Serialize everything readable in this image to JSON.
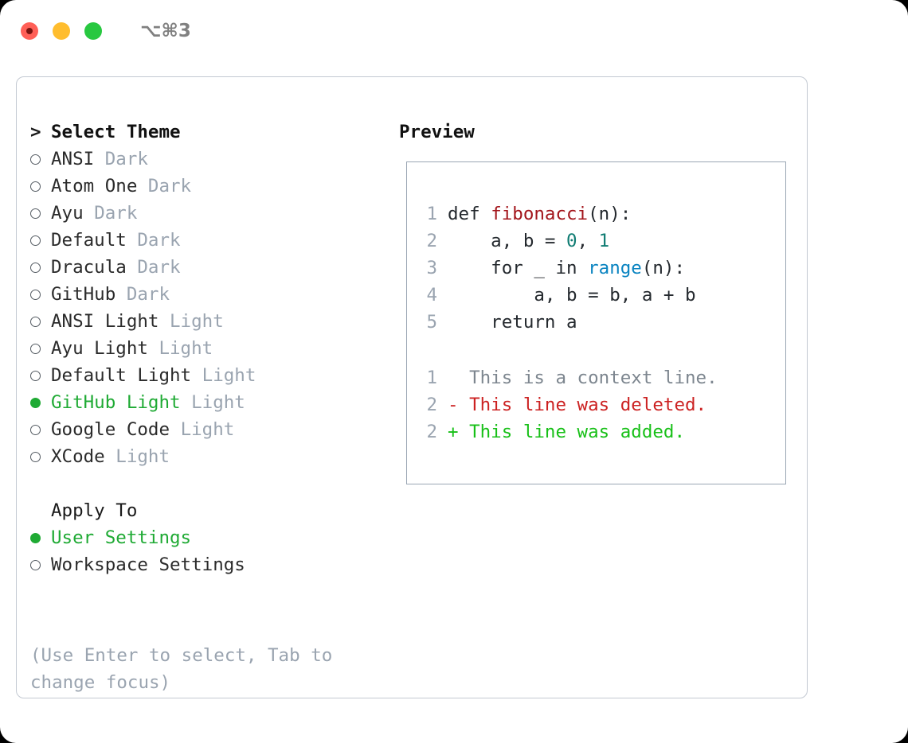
{
  "titlebar": {
    "shortcut": "⌥⌘3",
    "buttons": [
      {
        "name": "close",
        "color": "#ff5f57"
      },
      {
        "name": "minimize",
        "color": "#ffbd2e"
      },
      {
        "name": "maximize",
        "color": "#28c840"
      }
    ]
  },
  "theme_picker": {
    "caret": ">",
    "heading": "Select Theme",
    "items": [
      {
        "marker": "hollow",
        "name": "ANSI",
        "kind": "Dark",
        "selected": false
      },
      {
        "marker": "hollow",
        "name": "Atom One",
        "kind": "Dark",
        "selected": false
      },
      {
        "marker": "hollow",
        "name": "Ayu",
        "kind": "Dark",
        "selected": false
      },
      {
        "marker": "hollow",
        "name": "Default",
        "kind": "Dark",
        "selected": false
      },
      {
        "marker": "hollow",
        "name": "Dracula",
        "kind": "Dark",
        "selected": false
      },
      {
        "marker": "hollow",
        "name": "GitHub",
        "kind": "Dark",
        "selected": false
      },
      {
        "marker": "hollow",
        "name": "ANSI Light",
        "kind": "Light",
        "selected": false
      },
      {
        "marker": "hollow",
        "name": "Ayu Light",
        "kind": "Light",
        "selected": false
      },
      {
        "marker": "hollow",
        "name": "Default Light",
        "kind": "Light",
        "selected": false
      },
      {
        "marker": "filled",
        "name": "GitHub Light",
        "kind": "Light",
        "selected": true
      },
      {
        "marker": "hollow",
        "name": "Google Code",
        "kind": "Light",
        "selected": false
      },
      {
        "marker": "hollow",
        "name": "XCode",
        "kind": "Light",
        "selected": false
      }
    ]
  },
  "apply_to": {
    "label": "Apply To",
    "options": [
      {
        "marker": "filled",
        "name": "User Settings",
        "selected": true
      },
      {
        "marker": "hollow",
        "name": "Workspace Settings",
        "selected": false
      }
    ]
  },
  "hint": {
    "line1": "(Use Enter to select, Tab to",
    "line2": "change focus)"
  },
  "preview": {
    "title": "Preview",
    "code_lines": [
      {
        "num": "1",
        "parts": [
          {
            "text": "def ",
            "tok": "plain"
          },
          {
            "text": "fibonacci",
            "tok": "fn"
          },
          {
            "text": "(n):",
            "tok": "plain"
          }
        ]
      },
      {
        "num": "2",
        "parts": [
          {
            "text": "    a, b = ",
            "tok": "plain"
          },
          {
            "text": "0",
            "tok": "num"
          },
          {
            "text": ", ",
            "tok": "plain"
          },
          {
            "text": "1",
            "tok": "num"
          }
        ]
      },
      {
        "num": "3",
        "parts": [
          {
            "text": "    for _ in ",
            "tok": "plain"
          },
          {
            "text": "range",
            "tok": "blue"
          },
          {
            "text": "(n):",
            "tok": "plain"
          }
        ]
      },
      {
        "num": "4",
        "parts": [
          {
            "text": "        a, b = b, a + b",
            "tok": "plain"
          }
        ]
      },
      {
        "num": "5",
        "parts": [
          {
            "text": "    return a",
            "tok": "plain"
          }
        ]
      }
    ],
    "diff_lines": [
      {
        "num": "1",
        "sign": "  ",
        "text": "This is a context line.",
        "kind": "ctx"
      },
      {
        "num": "2",
        "sign": "- ",
        "text": "This line was deleted.",
        "kind": "del"
      },
      {
        "num": "2",
        "sign": "+ ",
        "text": "This line was added.",
        "kind": "add"
      }
    ]
  },
  "colors": {
    "accent_green": "#1faa34",
    "muted": "#9aa4b0",
    "diff_delete": "#cc2222",
    "diff_add": "#18c018",
    "function_red": "#a3151b",
    "number_teal": "#107c73",
    "builtin_blue": "#0a84c1"
  }
}
